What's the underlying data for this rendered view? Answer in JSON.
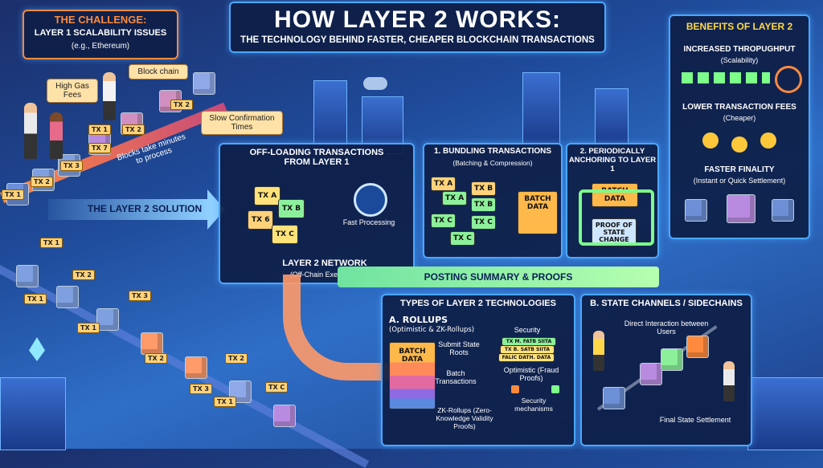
{
  "title": "HOW LAYER 2 WORKS:",
  "subtitle": "THE TECHNOLOGY BEHIND FASTER, CHEAPER BLOCKCHAIN TRANSACTIONS",
  "challenge": {
    "heading": "THE CHALLENGE:",
    "line1": "LAYER 1 SCALABILITY ISSUES",
    "line2": "(e.g., Ethereum)",
    "high_gas": "High Gas Fees",
    "block_chain": "Block chain",
    "slow_confirm": "Slow Confirmation Times",
    "blocks_take": "Blocks take minutes to process"
  },
  "solution_label": "THE LAYER 2 SOLUTION",
  "offload": {
    "title": "OFF-LOADING TRANSACTIONS FROM LAYER 1",
    "fast": "Fast Processing",
    "network": "LAYER 2 NETWORK",
    "network_sub": "(Off-Chain Execution)",
    "docs": [
      "TX A",
      "TX B",
      "TX 6",
      "TX C"
    ]
  },
  "bundling": {
    "title": "1. BUNDLING TRANSACTIONS",
    "sub": "(Batching & Compression)",
    "docs": [
      "TX A",
      "TX A",
      "TX B",
      "TX B",
      "TX C",
      "TX C",
      "TX C"
    ],
    "batch": "BATCH DATA"
  },
  "anchoring": {
    "title": "2. PERIODICALLY ANCHORING TO LAYER 1",
    "batch": "BATCH DATA",
    "proof": "PROOF OF STATE CHANGE"
  },
  "posting": "POSTING SUMMARY & PROOFS",
  "benefits": {
    "title": "BENEFITS OF LAYER 2",
    "b1": "INCREASED THROPUGHPUT",
    "b1_sub": "(Scalability)",
    "b2": "LOWER TRANSACTION FEES",
    "b2_sub": "(Cheaper)",
    "b3": "FASTER FINALITY",
    "b3_sub": "(Instant or Quick Settlement)"
  },
  "types": {
    "title": "TYPES OF LAYER 2 TECHNOLOGIES",
    "rollups": "A. ROLLUPS",
    "rollups_sub": "(Optimistic & ZK-Rollups)",
    "batch": "BATCH DATA",
    "submit": "Submit State Roots",
    "batch_tx": "Batch Transactions",
    "security": "Security",
    "sec_docs": [
      "TX M. FATB SIITA",
      "TX B. SATB SIITA",
      "FALIC DATH. DATA"
    ],
    "optimistic": "Optimistic (Fraud Proofs)",
    "zk": "ZK-Rollups (Zero-Knowledge Validity Proofs)",
    "sec_mech": "Security mechanisms"
  },
  "channels": {
    "title": "B. STATE CHANNELS / SIDECHAINS",
    "direct": "Direct Interaction between Users",
    "final": "Final State Settlement"
  },
  "chain_tx": [
    "TX 1",
    "TX 2",
    "TX 3",
    "TX 7",
    "TX 1",
    "TX 2",
    "TX 1",
    "TX 2",
    "TX 3",
    "TX 1",
    "TX 1",
    "TX 2",
    "TX 3",
    "TX 1",
    "TX 2",
    "TX C"
  ],
  "colors": {
    "accent": "#4aa8ff",
    "title_yellow": "#ffd84a",
    "orange": "#ff8a3d",
    "green": "#7dff8a"
  }
}
